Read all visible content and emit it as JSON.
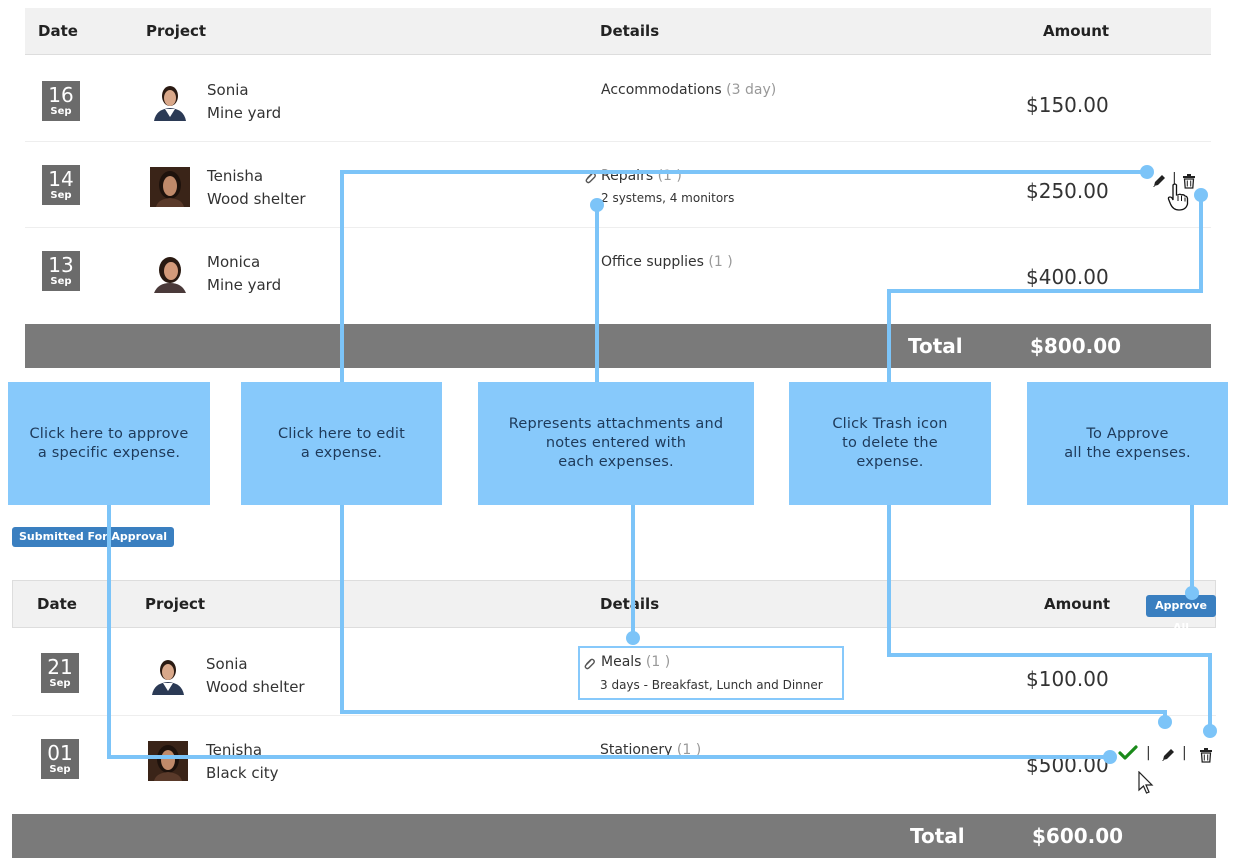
{
  "table1": {
    "headers": {
      "date": "Date",
      "project": "Project",
      "details": "Details",
      "amount": "Amount"
    },
    "rows": [
      {
        "day": "16",
        "month": "Sep",
        "person": "Sonia",
        "project": "Mine yard",
        "detail": "Accommodations",
        "count": "(3 day)",
        "note": "",
        "amount": "$150.00"
      },
      {
        "day": "14",
        "month": "Sep",
        "person": "Tenisha",
        "project": "Wood shelter",
        "detail": "Repairs",
        "count": "(1 )",
        "note": "2 systems, 4 monitors",
        "amount": "$250.00"
      },
      {
        "day": "13",
        "month": "Sep",
        "person": "Monica",
        "project": "Mine yard",
        "detail": "Office supplies",
        "count": "(1 )",
        "note": "",
        "amount": "$400.00"
      }
    ],
    "total_label": "Total",
    "total_value": "$800.00"
  },
  "callouts": {
    "approve_one": "Click here to approve\na specific expense.",
    "edit": "Click here to edit\na  expense.",
    "attachments": "Represents attachments and\nnotes entered with\neach expenses.",
    "trash": "Click Trash icon\nto delete the\nexpense.",
    "approve_all": "To Approve\nall the expenses."
  },
  "status_badge": "Submitted For Approval",
  "table2": {
    "headers": {
      "date": "Date",
      "project": "Project",
      "details": "Details",
      "amount": "Amount"
    },
    "approve_all_label": "Approve All",
    "rows": [
      {
        "day": "21",
        "month": "Sep",
        "person": "Sonia",
        "project": "Wood shelter",
        "detail": "Meals",
        "count": "(1 )",
        "note": "3 days - Breakfast, Lunch and Dinner",
        "amount": "$100.00"
      },
      {
        "day": "01",
        "month": "Sep",
        "person": "Tenisha",
        "project": "Black city",
        "detail": "Stationery",
        "count": "(1 )",
        "note": "",
        "amount": "$500.00"
      }
    ],
    "total_label": "Total",
    "total_value": "$600.00"
  },
  "colors": {
    "accent": "#3a7fc0",
    "callout": "#87c9fb",
    "connector": "#7cc4f8",
    "total_bar": "#7a7a7a",
    "approve_check": "#1a8a1a"
  },
  "icons": [
    "paperclip-icon",
    "pencil-icon",
    "trash-icon",
    "check-icon",
    "hand-cursor-icon",
    "arrow-cursor-icon"
  ]
}
